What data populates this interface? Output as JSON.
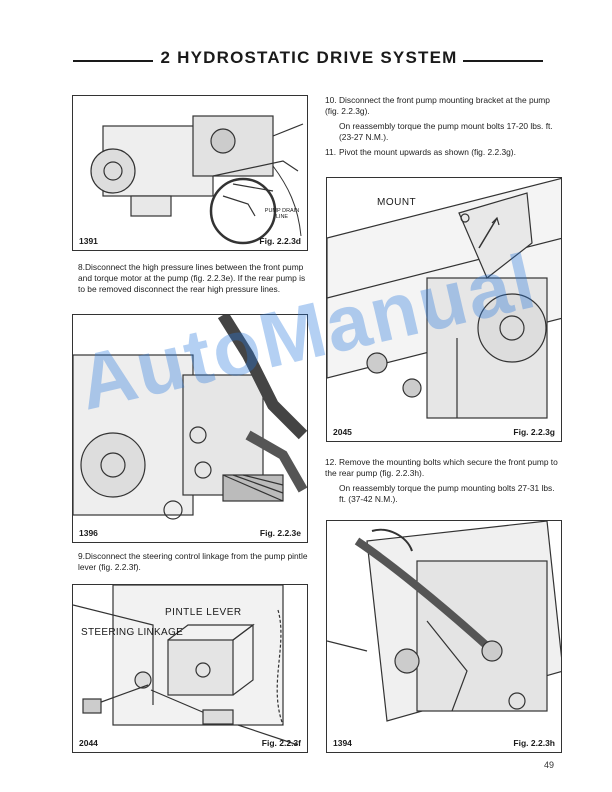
{
  "header": {
    "title": "2  HYDROSTATIC DRIVE SYSTEM"
  },
  "figures": {
    "d": {
      "number": "1391",
      "caption": "Fig. 2.2.3d",
      "callout": "PUMP DRAIN LINE"
    },
    "e": {
      "number": "1396",
      "caption": "Fig. 2.2.3e"
    },
    "f": {
      "number": "2044",
      "caption": "Fig. 2.2.3f",
      "label_pintle": "PINTLE LEVER",
      "label_steering": "STEERING LINKAGE"
    },
    "g": {
      "number": "2045",
      "caption": "Fig. 2.2.3g",
      "label_mount": "MOUNT"
    },
    "h": {
      "number": "1394",
      "caption": "Fig. 2.2.3h"
    }
  },
  "steps": {
    "s8": {
      "num": "8.",
      "text": "Disconnect the high pressure lines between the front pump and torque motor at the pump (fig. 2.2.3e). If the rear pump is to be removed disconnect the rear high pressure lines."
    },
    "s9": {
      "num": "9.",
      "text": "Disconnect the steering control linkage from the pump pintle lever (fig. 2.2.3f)."
    },
    "s10": {
      "num": "10.",
      "text": "Disconnect the front pump mounting bracket at the pump (fig. 2.2.3g).",
      "note": "On reassembly torque the pump mount bolts 17-20 lbs. ft. (23-27 N.M.)."
    },
    "s11": {
      "num": "11.",
      "text": "Pivot the mount upwards as shown (fig. 2.2.3g)."
    },
    "s12": {
      "num": "12.",
      "text": "Remove the mounting bolts which secure the front pump to the rear pump (fig. 2.2.3h).",
      "note": "On reassembly torque the pump mounting bolts 27-31 lbs. ft. (37-42 N.M.)."
    }
  },
  "page_number": "49",
  "watermark": "AutoManual"
}
